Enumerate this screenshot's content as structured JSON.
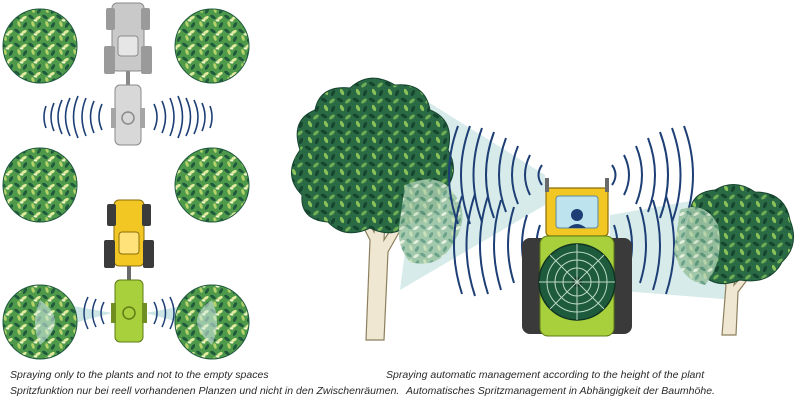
{
  "captions": {
    "left_en": "Spraying only to the plants and not to the empty spaces",
    "left_de": "Spritzfunktion nur bei reell vorhandenen Planzen und nicht in den Zwischenräumen.",
    "right_en": "Spraying automatic management according to the height of the plant",
    "right_de": "Automatisches Spritzmanagement in Abhängigkeit der Baumhöhe."
  },
  "colors": {
    "foliage_dark": "#1f5a3e",
    "foliage_mid": "#4f9a4a",
    "foliage_light": "#b5d36a",
    "foliage_pale": "#e2ec9e",
    "tractor_yellow": "#f2c623",
    "tractor_grey": "#c9c9c9",
    "sprayer_green": "#a8cf3c",
    "sensor_wave": "#1d3f75",
    "spray_cloud": "#bfe0e0",
    "trunk": "#efe7d2"
  }
}
